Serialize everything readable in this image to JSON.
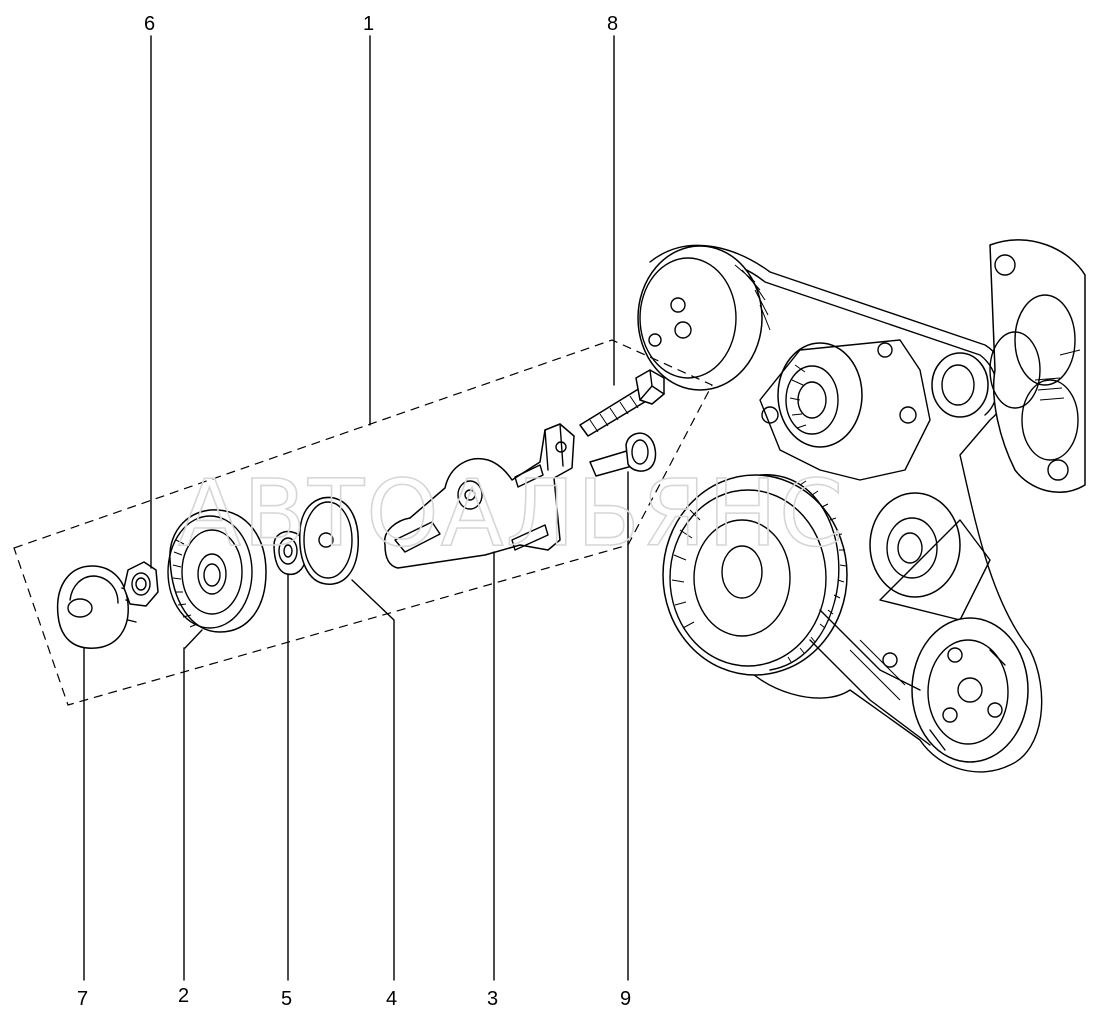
{
  "callouts": {
    "c1": "1",
    "c2": "2",
    "c3": "3",
    "c4": "4",
    "c5": "5",
    "c6": "6",
    "c7": "7",
    "c8": "8",
    "c9": "9"
  },
  "watermark": "АВТОАЛЬЯНС"
}
